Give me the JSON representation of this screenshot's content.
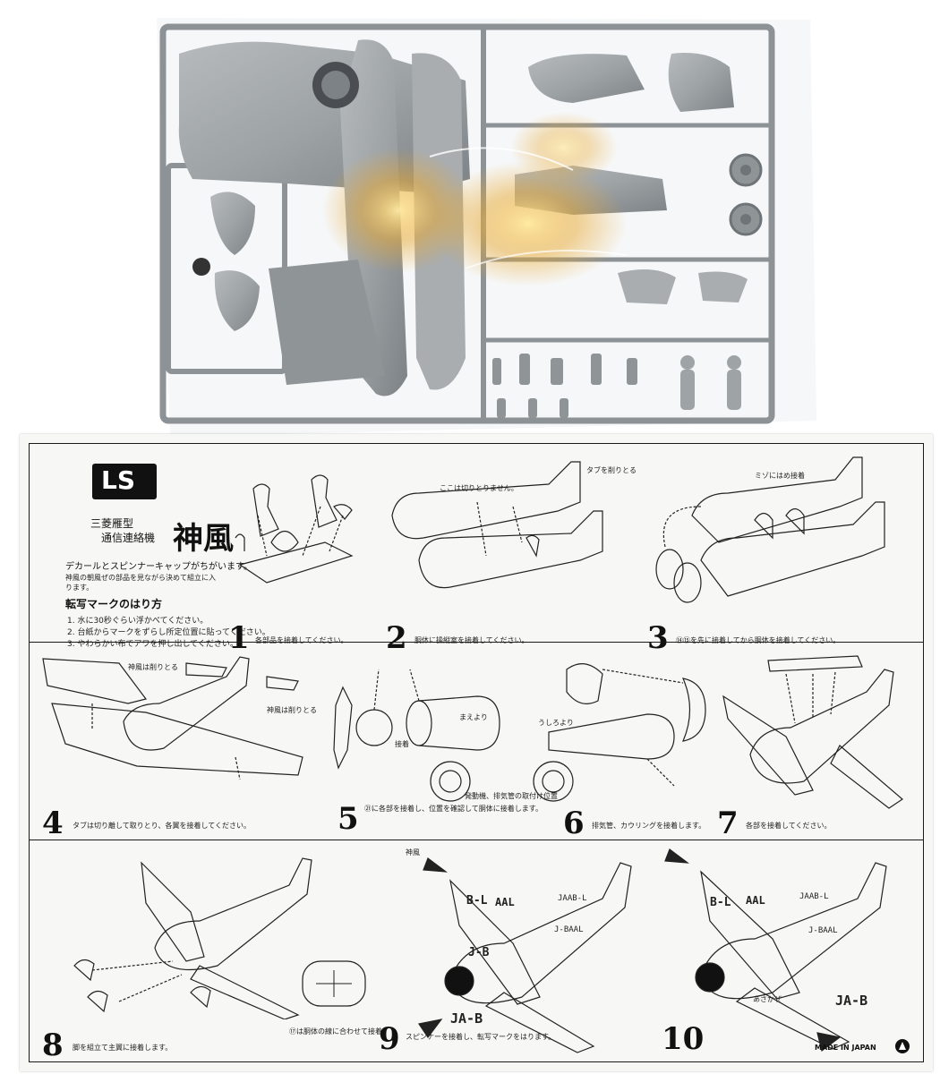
{
  "sheet": {
    "logo": "LS",
    "subtitle_line1": "三菱雁型",
    "subtitle_line2": "通信連絡機",
    "title": "神風",
    "note1": "デカールとスピンナーキャップがちがいます。",
    "note2": "神風の朝風ぜの部品を見ながら決めて組立に入ります。",
    "decal_heading": "転写マークのはり方",
    "decal_steps": [
      "1. 水に30秒ぐらい浮かべてください。",
      "2. 台紙からマークをずらし所定位置に貼ってください。",
      "3. やわらかい布でアワを押し出してください。"
    ],
    "made_in": "MADE IN JAPAN"
  },
  "steps": [
    {
      "num": "1",
      "caption": "各部品を接着してください。"
    },
    {
      "num": "2",
      "caption": "胴体に操縦室を接着してください。"
    },
    {
      "num": "3",
      "caption": "⑭⑮を先に接着してから胴体を接着してください。"
    },
    {
      "num": "4",
      "caption": "タブは切り離して取りとり、各翼を接着してください。"
    },
    {
      "num": "5",
      "caption": "㉑に各部を接着し、位置を確認して胴体に接着します。"
    },
    {
      "num": "6",
      "caption": "排気管、カウリングを接着します。"
    },
    {
      "num": "7",
      "caption": "各部を接着してください。"
    },
    {
      "num": "8",
      "caption": "脚を組立て主翼に接着します。"
    },
    {
      "num": "9",
      "caption": "スピンナーを接着し、転写マークをはります。"
    },
    {
      "num": "10",
      "caption": "あさかぜ"
    }
  ],
  "callouts": {
    "cut_tab": "タブを削りとる",
    "not_cut": "ここは切りとりません。",
    "groove": "ミゾにはめ接着",
    "kamikaze_cut": "神風は削りとる",
    "front": "まえより",
    "rear": "うしろより",
    "engine": "発動機、排気管の取付け位置",
    "kamikaze": "神風",
    "fuselage_fit": "⑰は胴体の線に合わせて接着",
    "adhesion": "接着"
  },
  "registrations": {
    "jab_left": "J-B",
    "aal_left": "AAL",
    "bl": "B-L",
    "jaab": "JAAB-L",
    "jbaal": "J-BAAL",
    "jab_bottom": "JA-B",
    "aal_right": "AAL",
    "bl_right": "B-L",
    "jaab_right": "JAAB-L",
    "jbaal_right": "J-BAAL",
    "jab_bottom_right": "JA-B"
  },
  "colors": {
    "plastic": "#9ea3a6",
    "plastic_shadow": "#6f7478",
    "sheet_ink": "#111111",
    "cellophane_tint": "#e8b850"
  }
}
